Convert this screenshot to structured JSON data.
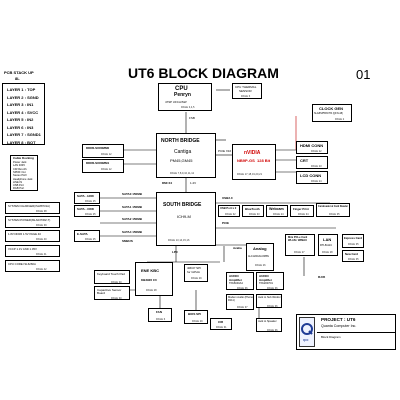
{
  "title": "UT6 BLOCK DIAGRAM",
  "page_number": "01",
  "pcb_stack": {
    "heading": "PCB STACK UP",
    "sub": "8L",
    "layers": [
      "LAYER 1 : TOP",
      "LAYER 2 : SGND",
      "LAYER 3 : IN1",
      "LAYER 4 : SVCC",
      "LAYER 5 : IN2",
      "LAYER 6 : IN3",
      "LAYER 7 : SGND1",
      "LAYER 8 : BOT"
    ]
  },
  "cpu": {
    "title": "CPU",
    "sub": "Penryn",
    "pin": "479P  UFCA/SW",
    "page": "PAGE 3,4,5"
  },
  "cpu_thermal": {
    "l1": "CPU THERMAL",
    "l2": "SENSOR",
    "page": "PAGE 6"
  },
  "clock_gen": {
    "title": "CLOCK GEN",
    "sub": "SLG8SP553VTR (QFN-48)",
    "page": "PAGE 2"
  },
  "north_bridge": {
    "title": "NORTH BRIDGE",
    "l2": "Cantiga",
    "l3": "PM45,GM45",
    "page": "PAGE 7,8,9,10,11,12"
  },
  "south_bridge": {
    "title": "SOUTH BRIDGE",
    "l2": "ICH9-M",
    "page": "PAGE 13,14,15,16"
  },
  "dmi": "DMI  X4",
  "dmi_page": "1.2V",
  "fsb": "FSB",
  "ddr": [
    {
      "label": "DDRII-SODIMM0",
      "page": "PAGE 12"
    },
    {
      "label": "DDRII-SODIMM1",
      "page": "PAGE 12"
    }
  ],
  "nvidia": {
    "title": "nVIDIA",
    "l2": "NB9P-GS",
    "l3": "128 Bit",
    "page": "PAGE 17,18,19,20,21"
  },
  "pcie_label": "PCIE X16",
  "pcie_label2": "PCIE",
  "gfx_outputs": [
    {
      "label": "HDMI CONN",
      "page": "PAGE 22"
    },
    {
      "label": "CRT",
      "page": "PAGE 23"
    },
    {
      "label": "LCD CONN",
      "page": "PAGE 24"
    }
  ],
  "cable_docking": {
    "title": "Cable Docking",
    "items": [
      "Power Jack",
      "LAN RJ45",
      "CIR Rev-Rx",
      "SPDIF Out",
      "Stereo PHX",
      "Headphone Jack",
      "LINE IN",
      "USB Port",
      "RGB Port"
    ]
  },
  "left_systems": [
    {
      "label": "SYSTEM CHARGER(ISL88731A)",
      "page": "PAGE 38"
    },
    {
      "label": "SYSTEM POWER(ISL6237IRZ-T)",
      "page": "PAGE 39"
    },
    {
      "label": "1.8V DDRII 1.5V PAGE 40",
      "page": "PAGE 40"
    },
    {
      "label": "VCCP  1.1V AND 1.05V",
      "page": "PAGE 41"
    },
    {
      "label": "CPU CORE ISL6266A",
      "page": "PAGE 42"
    }
  ],
  "sata": [
    {
      "left": "SATA - HDD",
      "bus": "SATA0 150MB",
      "page": "PAGE 25"
    },
    {
      "left": "SATA - ODD",
      "bus": "SATA1 150MB",
      "page": "PAGE 25"
    },
    {
      "left": "E-SATA",
      "bus": "SATA4 150MB",
      "page": "PAGE 25"
    }
  ],
  "sata2": "SATA2 150MB",
  "usb_bus": "USB2.0",
  "smbus": "SMBUS",
  "lpc": "LPC",
  "azalia": "Azalia",
  "usb_devices": [
    {
      "label": "USB Port x 2",
      "page": "PAGE 32"
    },
    {
      "label": "BlueTooth",
      "page": "PAGE 33"
    },
    {
      "label": "Webcam",
      "page": "PAGE 24"
    },
    {
      "label": "Finger Print",
      "page": "PAGE 34"
    },
    {
      "label": "Cardreader & Card Reader",
      "page": "PAGE 35"
    }
  ],
  "ene": {
    "title": "ENE KBC",
    "sub": "KB3926 C0",
    "page": "PAGE 28"
  },
  "rom": {
    "l1": "4MCP SPI",
    "l2": "for GPHA",
    "page": "PAGE 29"
  },
  "keyboard": {
    "label": "Keyboard Touch Pad",
    "page": "PAGE 30"
  },
  "sensor": {
    "label": "Capacitive Sensor Board",
    "page": "PAGE 30"
  },
  "fan": {
    "label": "FAN",
    "page": "PAGE 6"
  },
  "bios": {
    "label": "BIOS SPI",
    "page": "PAGE 29"
  },
  "cir": {
    "label": "CIR",
    "page": "PAGE 31"
  },
  "analog": {
    "title": "Analog",
    "sub": "ALC1200/ALC888S",
    "page": "PAGE 26"
  },
  "minipci": {
    "label": "Mini PCI-e Card WLAN / WiMAX",
    "page": "PAGE 27"
  },
  "lan": {
    "title": "LAN",
    "sub": "RTL8111C",
    "page": "PAGE 28"
  },
  "express": {
    "title": "Express Card",
    "page": "PAGE 35"
  },
  "new_card": {
    "label": "New Card",
    "page": "PAGE 35"
  },
  "audio_amp": {
    "l1": "AUDIO",
    "l2": "Amplifier",
    "l3": "TPA6040A4",
    "page": "PAGE 36"
  },
  "audio_amp2": {
    "l1": "AUDIO",
    "l2": "Amplifier",
    "l3": "TPA2007D1",
    "page": "PAGE 36"
  },
  "rj45": "RJ45",
  "mdc": {
    "label": "Modem Audio (Phone RJ11)",
    "page": "PAGE 37"
  },
  "jack_sub": {
    "label": "Jack to Sub Woofer",
    "page": "PAGE 36"
  },
  "jack_spk": {
    "label": "Jack to Speaker",
    "page": "PAGE 36"
  },
  "project": {
    "label": "PROJECT : UT6",
    "company": "Quanta Computer Inc.",
    "doc": "Block Diagram",
    "logo": "QCI"
  }
}
